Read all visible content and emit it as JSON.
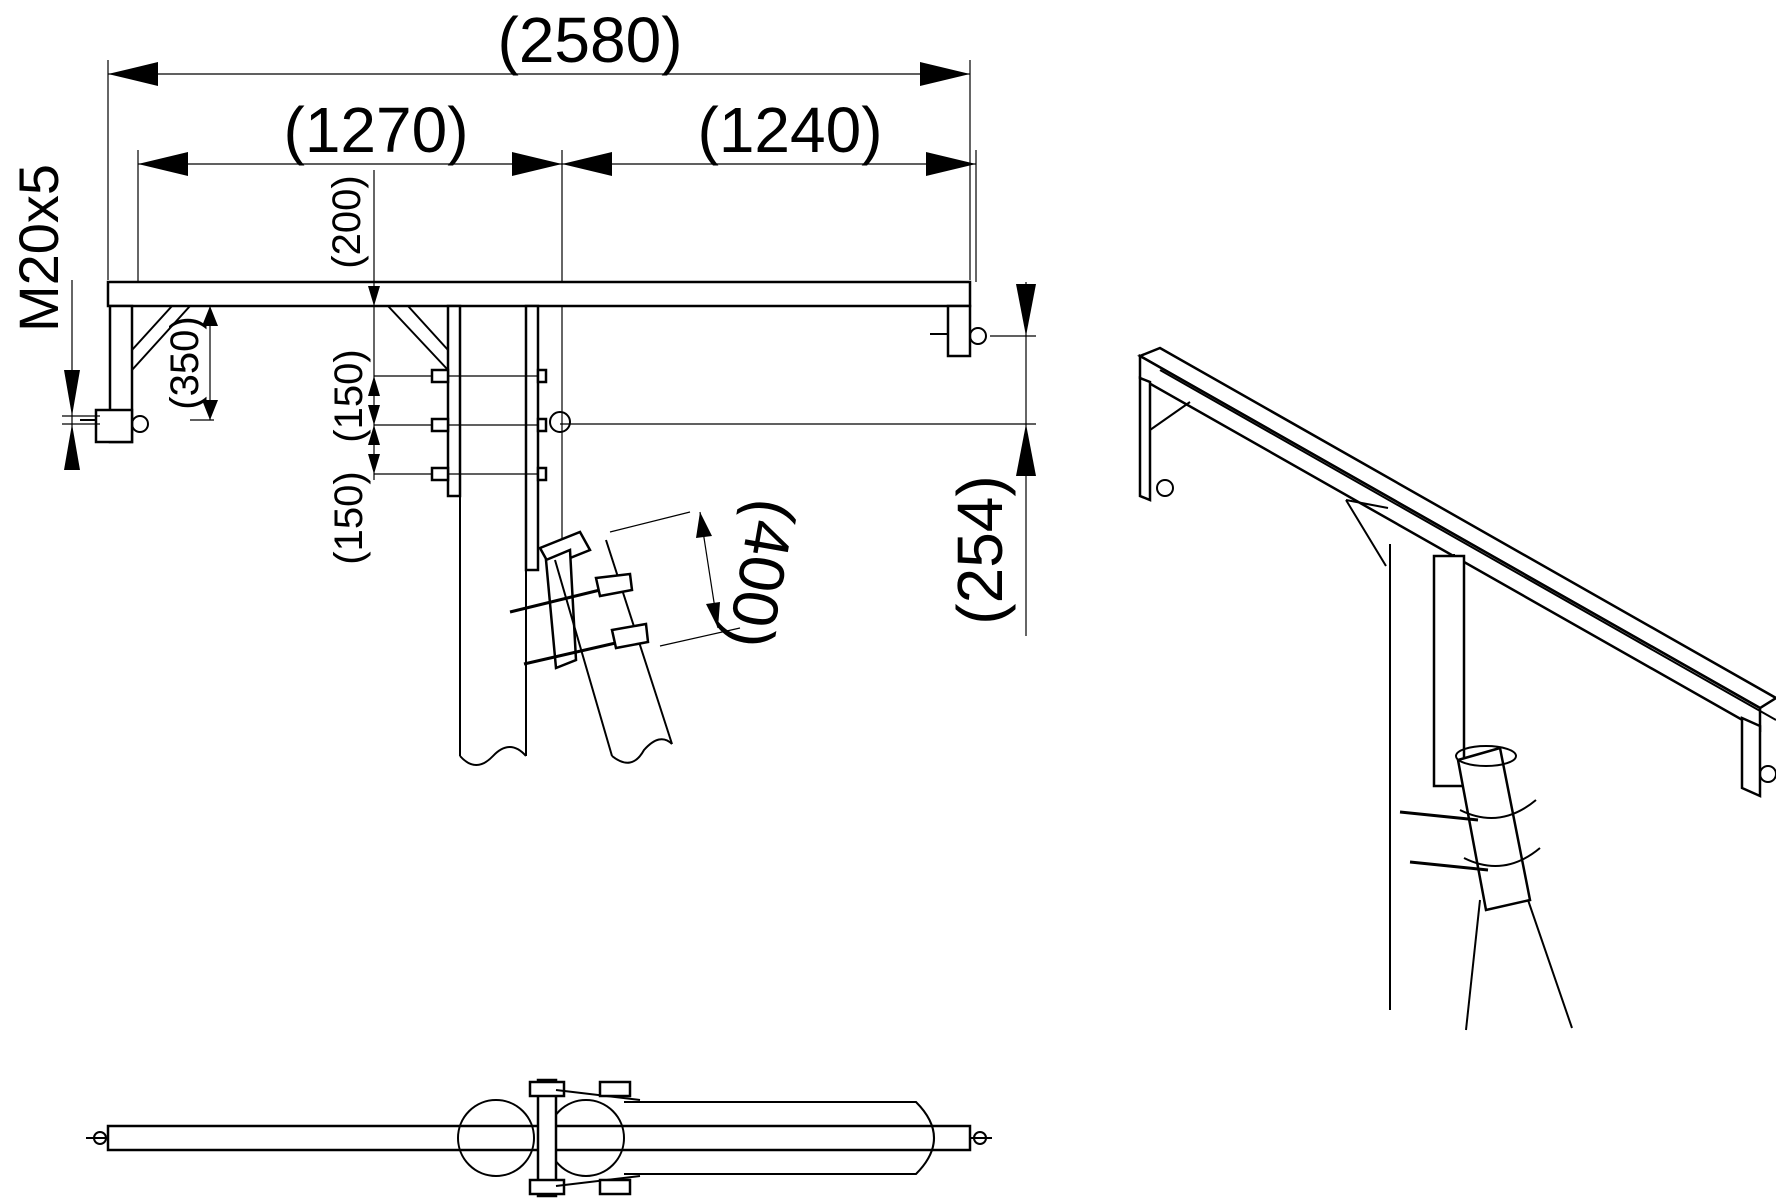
{
  "dimensions": {
    "overall_width": "(2580)",
    "left_span": "(1270)",
    "right_span": "(1240)",
    "offset_top": "(200)",
    "bracket_height": "(350)",
    "bolt_spacing_1": "(150)",
    "bolt_spacing_2": "(150)",
    "drop_height": "(254)",
    "clamp_spacing": "(400)",
    "thread_spec": "M20x5"
  }
}
